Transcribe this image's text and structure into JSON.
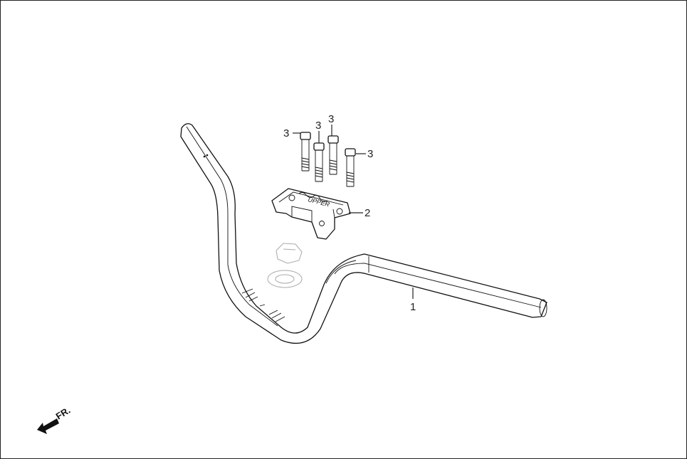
{
  "callouts": {
    "handlebar": "1",
    "clamp": "2",
    "bolt_a": "3",
    "bolt_b": "3",
    "bolt_c": "3",
    "bolt_d": "3"
  },
  "clamp_marking": "UPPER",
  "direction_label": "FR.",
  "colors": {
    "line": "#222222",
    "ghost": "#aaaaaa",
    "background": "#ffffff"
  }
}
